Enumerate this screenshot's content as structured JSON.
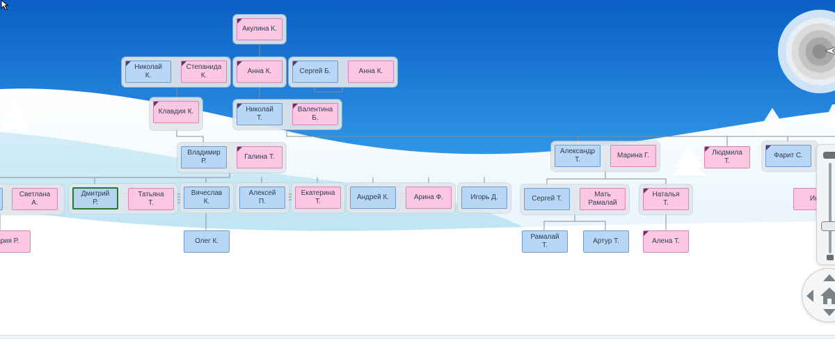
{
  "colors": {
    "male_fill": "#b8d6f6",
    "female_fill": "#fcc7e3",
    "selected_border": "#1f7a2e",
    "connector": "#8c8c8c",
    "sky_top": "#0a6fd0",
    "sky_bottom": "#6ec3f0"
  },
  "tree": {
    "people": [
      {
        "id": "akulina",
        "name": "Акулина К.",
        "sex": "f",
        "tag": true
      },
      {
        "id": "nikolay_k",
        "name": "Николай\nК.",
        "sex": "m",
        "tag": true
      },
      {
        "id": "stepanida",
        "name": "Степанида\nК.",
        "sex": "f",
        "tag": true
      },
      {
        "id": "anna_k1",
        "name": "Анна К.",
        "sex": "f",
        "tag": true
      },
      {
        "id": "sergey_b",
        "name": "Сергей Б.",
        "sex": "m",
        "tag": true
      },
      {
        "id": "anna_k2",
        "name": "Анна К.",
        "sex": "f",
        "tag": false
      },
      {
        "id": "klavdiya",
        "name": "Клавдия К.",
        "sex": "f",
        "tag": true
      },
      {
        "id": "nikolay_t",
        "name": "Николай\nТ.",
        "sex": "m",
        "tag": true
      },
      {
        "id": "valentina",
        "name": "Валентина\nБ.",
        "sex": "f",
        "tag": true
      },
      {
        "id": "vladimir",
        "name": "Владимир\nР.",
        "sex": "m",
        "tag": false
      },
      {
        "id": "galina",
        "name": "Галина Т.",
        "sex": "f",
        "tag": true
      },
      {
        "id": "aleksandr",
        "name": "Александр\nТ.",
        "sex": "m",
        "tag": false
      },
      {
        "id": "marina",
        "name": "Марина Г.",
        "sex": "f",
        "tag": false
      },
      {
        "id": "lyudmila",
        "name": "Людмила\nТ.",
        "sex": "f",
        "tag": true
      },
      {
        "id": "farit",
        "name": "Фарит С.",
        "sex": "m",
        "tag": true
      },
      {
        "id": "p_left_m",
        "name": "",
        "sex": "m",
        "tag": false
      },
      {
        "id": "svetlana",
        "name": "Светлана\nА.",
        "sex": "f",
        "tag": false
      },
      {
        "id": "dmitriy",
        "name": "Дмитрий\nР.",
        "sex": "m",
        "tag": false,
        "selected": true
      },
      {
        "id": "tatyana",
        "name": "Татьяна\nТ.",
        "sex": "f",
        "tag": false
      },
      {
        "id": "vyacheslav",
        "name": "Вячеслав\nК.",
        "sex": "m",
        "tag": false
      },
      {
        "id": "aleksey",
        "name": "Алексей\nП.",
        "sex": "m",
        "tag": false
      },
      {
        "id": "ekaterina",
        "name": "Екатерина\nТ.",
        "sex": "f",
        "tag": false
      },
      {
        "id": "andrey",
        "name": "Андрей К.",
        "sex": "m",
        "tag": false
      },
      {
        "id": "arina",
        "name": "Арина Ф.",
        "sex": "f",
        "tag": false
      },
      {
        "id": "igor",
        "name": "Игорь Д.",
        "sex": "m",
        "tag": false
      },
      {
        "id": "sergey_t",
        "name": "Сергей Т.",
        "sex": "m",
        "tag": false
      },
      {
        "id": "mat_ramalay",
        "name": "Мать\nРамалай",
        "sex": "f",
        "tag": false
      },
      {
        "id": "natalya",
        "name": "Наталья\nТ.",
        "sex": "f",
        "tag": true
      },
      {
        "id": "inn",
        "name": "Инн",
        "sex": "f",
        "tag": false
      },
      {
        "id": "mariya",
        "name": "ария Р.",
        "sex": "f",
        "tag": false
      },
      {
        "id": "oleg",
        "name": "Олег К.",
        "sex": "m",
        "tag": false
      },
      {
        "id": "ramalay",
        "name": "Рамалай\nТ.",
        "sex": "m",
        "tag": false
      },
      {
        "id": "artur",
        "name": "Артур Т.",
        "sex": "m",
        "tag": false
      },
      {
        "id": "alena",
        "name": "Алена Т.",
        "sex": "f",
        "tag": true
      }
    ]
  },
  "controls": {
    "zoom_level": 0.74,
    "compass_icon": "compass-icon",
    "home_icon": "home-icon",
    "up_icon": "arrow-up-icon",
    "down_icon": "arrow-down-icon",
    "left_icon": "arrow-left-icon"
  }
}
